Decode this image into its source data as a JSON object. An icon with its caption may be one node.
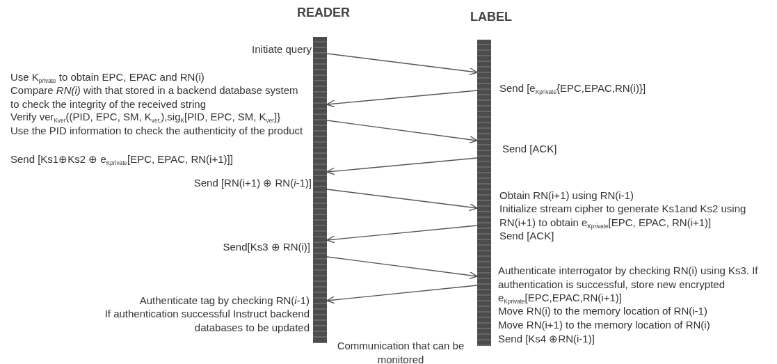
{
  "diagram": {
    "nodes": [
      {
        "text": [
          "READER"
        ]
      },
      {
        "text": [
          "LABEL"
        ]
      }
    ],
    "edges": [
      {
        "from": 0,
        "to": 1,
        "arrow": "to"
      },
      {
        "from": 1,
        "to": 0,
        "arrow": "to"
      },
      {
        "from": 0,
        "to": 1,
        "arrow": "to"
      },
      {
        "from": 1,
        "to": 0,
        "arrow": "to"
      },
      {
        "from": 0,
        "to": 1,
        "arrow": "to"
      },
      {
        "from": 1,
        "to": 0,
        "arrow": "to"
      },
      {
        "from": 0,
        "to": 1,
        "arrow": "to"
      },
      {
        "from": 1,
        "to": 0,
        "arrow": "to"
      }
    ],
    "labels": [
      "Initiate query",
      "Use K$_{private}$ to obtain EPC, EPAC and RN(i)",
      "Compare *RN(i)* with that stored in a backend database system to check the integrity of the received string",
      "Verify ver$_{Kver}$((PID, EPC, SM, K$_{ver,}$),sig$_{K}$[PID, EPC, SM, K$_{ver}$]}",
      "Use the PID information to check the authenticity of the product",
      "Send [Ks1⊕Ks2 ⊕ e$_{Kprivate}$[EPC, EPAC, RN(i+1)]]",
      "Send [e$_{Kprivate}${EPC,EPAC,RN(i)}]",
      "Send [ACK]",
      "Send [RN(i+1) ⊕ RN(*i*-1)]",
      "Obtain RN(i+1) using RN(i-1)",
      "Initialize stream cipher to generate Ks1and Ks2 using RN(i+1) to obtain e$_{Kprivate}$[EPC, EPAC, RN(i+1)]",
      "Send [ACK]",
      "Send[Ks3 ⊕ RN(i)]",
      "Authenticate interrogator by checking RN(i) using Ks3. If authentication is successful, store new encrypted e$_{Kprivate}$[EPC,EPAC,RN(i+1)]",
      "Move RN(i) to the memory location of RN(i-1)",
      "Move RN(i+1) to the memory location of RN(i)",
      "Send [Ks4 ⊕RN(i-1)]",
      "Authenticate tag by checking RN(*i*-1)",
      "If authentication successful Instruct backend databases to be updated",
      "Communication that can be monitored"
    ]
  }
}
